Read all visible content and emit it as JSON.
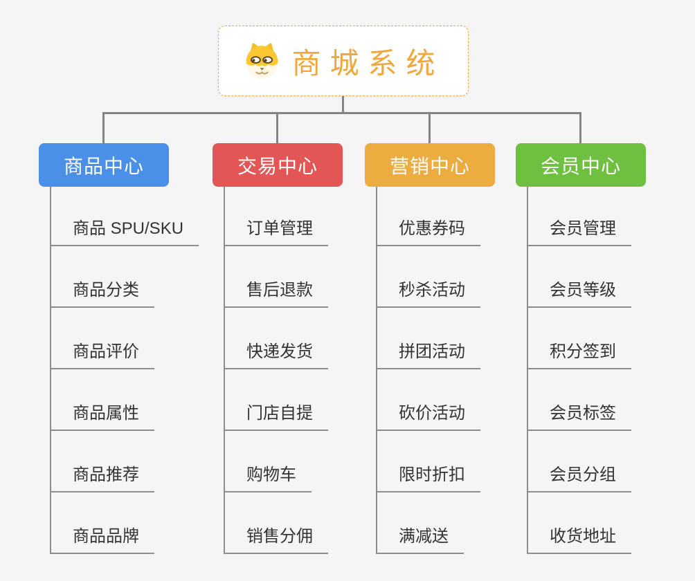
{
  "canvas": {
    "background": "#f5f5f5",
    "connector_color": "#848484",
    "leaf_line_color": "#8c8c8c"
  },
  "root": {
    "label": "商城系统",
    "text_color": "#f2a73e",
    "border_color": "#efa94a",
    "icon": "dog-face-icon"
  },
  "branches": [
    {
      "label": "商品中心",
      "color": "#4a90e8",
      "items": [
        "商品 SPU/SKU",
        "商品分类",
        "商品评价",
        "商品属性",
        "商品推荐",
        "商品品牌"
      ]
    },
    {
      "label": "交易中心",
      "color": "#e25756",
      "items": [
        "订单管理",
        "售后退款",
        "快递发货",
        "门店自提",
        "购物车",
        "销售分佣"
      ]
    },
    {
      "label": "营销中心",
      "color": "#ecac3f",
      "items": [
        "优惠券码",
        "秒杀活动",
        "拼团活动",
        "砍价活动",
        "限时折扣",
        "满减送"
      ]
    },
    {
      "label": "会员中心",
      "color": "#6fbf40",
      "items": [
        "会员管理",
        "会员等级",
        "积分签到",
        "会员标签",
        "会员分组",
        "收货地址"
      ]
    }
  ]
}
